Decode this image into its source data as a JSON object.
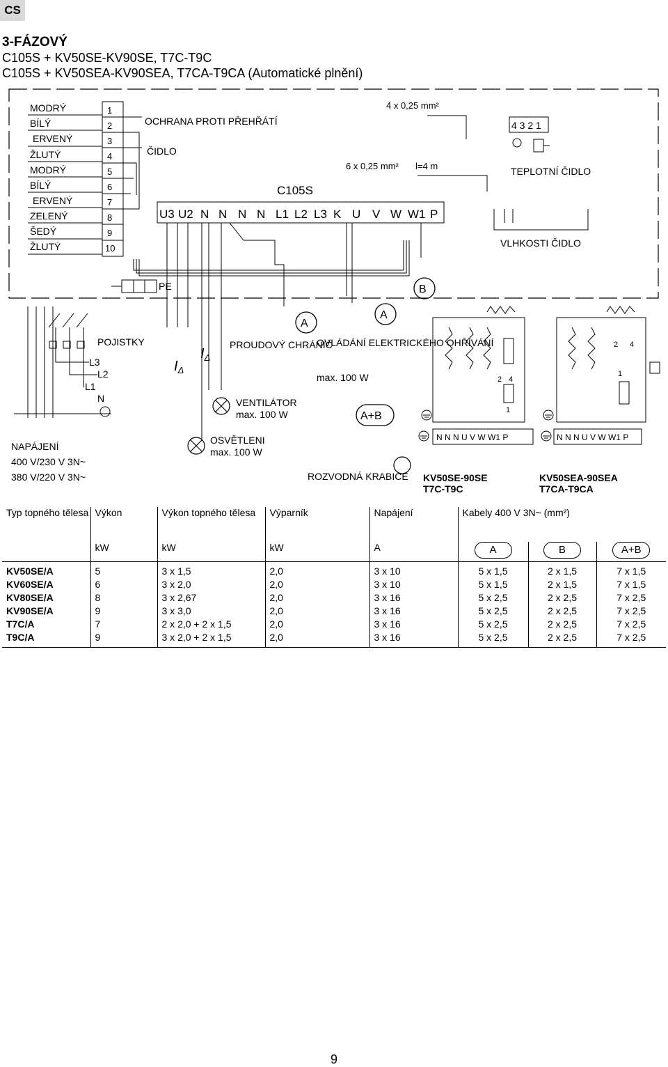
{
  "badge": "CS",
  "title": {
    "line1": "3-FÁZOVÝ",
    "line2": "C105S + KV50SE-KV90SE, T7C-T9C",
    "line3": "C105S + KV50SEA-KV90SEA, T7CA-T9CA (Automatické plnění)"
  },
  "diagram": {
    "wire_colors": [
      "MODRÝ",
      "BÍLÝ",
      "ERVENÝ",
      "ŽLUTÝ",
      "MODRÝ",
      "BÍLÝ",
      "ERVENÝ",
      "ZELENÝ",
      "ŠEDÝ",
      "ŽLUTÝ"
    ],
    "wire_numbers": [
      "1",
      "2",
      "3",
      "4",
      "5",
      "6",
      "7",
      "8",
      "9",
      "10"
    ],
    "overheat": "OCHRANA PROTI PŘEHŘÁTÍ",
    "sensor": "ČIDLO",
    "controller": "C105S",
    "cable_4": "4 x 0,25 mm²",
    "cable_6": "6 x 0,25 mm²",
    "cable_len": "l=4 m",
    "terminals": [
      "U3",
      "U2",
      "N",
      "N",
      "N",
      "N",
      "L1",
      "L2",
      "L3",
      "K",
      "U",
      "V",
      "W",
      "W1",
      "P"
    ],
    "temp_terminal": "4 3 2 1",
    "temp_sensor": "TEPLOTNÍ ČIDLO",
    "humidity_sensor": "VLHKOSTI ČIDLO",
    "pe": "PE",
    "label_a": "A",
    "label_b": "B",
    "label_ab": "A+B",
    "fuses": "POJISTKY",
    "phases": [
      "L3",
      "L2",
      "L1",
      "N"
    ],
    "rcd": "PROUDOVÝ CHRÁNIČ",
    "idelta": "I",
    "delta": "Δ",
    "fan": "VENTILÁTOR",
    "fan_max": "max. 100 W",
    "heat_control": "OVLÁDÁNÍ ELEKTRICKÉHO OHŘÍVÁNÍ",
    "heat_max": "max. 100 W",
    "supply": "NAPÁJENÍ",
    "voltage1": "400 V/230 V 3N~",
    "voltage2": "380 V/220 V 3N~",
    "light": "OSVĚTLENI",
    "light_max": "max. 100 W",
    "junction": "ROZVODNÁ KRABICE",
    "heater1_terminals": "N  N  N  U  V  W W1  P",
    "heater2_terminals": "N  N  N  U  V  W W1  P",
    "heater1_model1": "KV50SE-90SE",
    "heater1_model2": "T7C-T9C",
    "heater2_model1": "KV50SEA-90SEA",
    "heater2_model2": "T7CA-T9CA",
    "thermo_labels": [
      "2",
      "4",
      "1"
    ]
  },
  "table": {
    "headers": [
      "Typ topného tělesa",
      "Výkon",
      "Výkon topného tělesa",
      "Výparník",
      "Napájení",
      "Kabely 400 V 3N~ (mm²)"
    ],
    "units": [
      "",
      "kW",
      "kW",
      "kW",
      "A"
    ],
    "cable_cols": [
      "A",
      "B",
      "A+B"
    ],
    "rows": [
      [
        "KV50SE/A",
        "5",
        "3 x 1,5",
        "2,0",
        "3 x 10",
        "5 x 1,5",
        "2 x 1,5",
        "7 x 1,5"
      ],
      [
        "KV60SE/A",
        "6",
        "3 x 2,0",
        "2,0",
        "3 x 10",
        "5 x 1,5",
        "2 x 1,5",
        "7 x 1,5"
      ],
      [
        "KV80SE/A",
        "8",
        "3 x 2,67",
        "2,0",
        "3 x 16",
        "5 x 2,5",
        "2 x 2,5",
        "7 x 2,5"
      ],
      [
        "KV90SE/A",
        "9",
        "3 x 3,0",
        "2,0",
        "3 x 16",
        "5 x 2,5",
        "2 x 2,5",
        "7 x 2,5"
      ],
      [
        "T7C/A",
        "7",
        "2 x 2,0 + 2 x 1,5",
        "2,0",
        "3 x 16",
        "5 x 2,5",
        "2 x 2,5",
        "7 x 2,5"
      ],
      [
        "T9C/A",
        "9",
        "3 x 2,0 + 2 x 1,5",
        "2,0",
        "3 x 16",
        "5 x 2,5",
        "2 x 2,5",
        "7 x 2,5"
      ]
    ]
  },
  "page_number": "9"
}
